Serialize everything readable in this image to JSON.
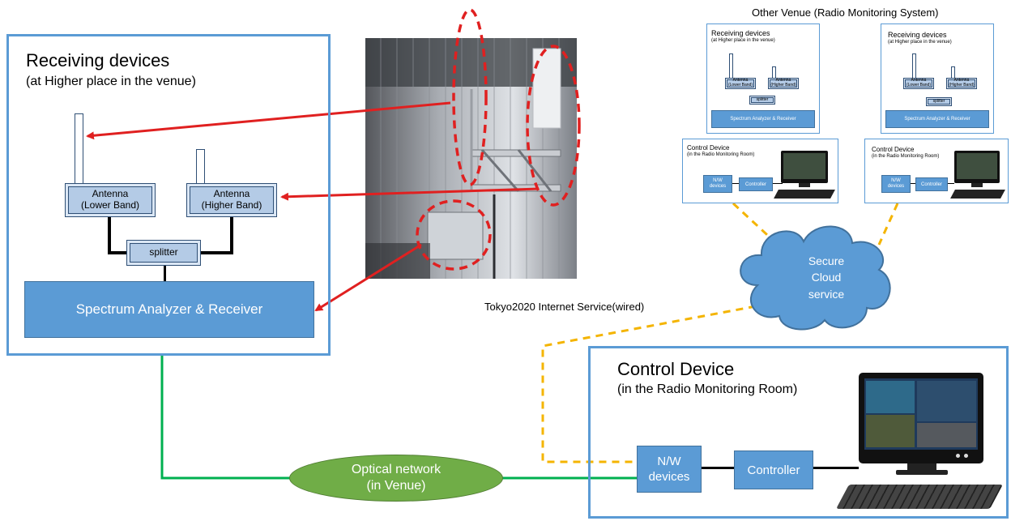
{
  "main_receiving": {
    "title": "Receiving devices",
    "subtitle": "(at Higher place in the venue)",
    "antenna_lower": [
      "Antenna",
      "(Lower Band)"
    ],
    "antenna_higher": [
      "Antenna",
      "(Higher Band)"
    ],
    "splitter": "splitter",
    "analyzer": "Spectrum Analyzer & Receiver"
  },
  "main_control": {
    "title": "Control Device",
    "subtitle": "(in the Radio Monitoring Room)",
    "nw_devices": [
      "N/W",
      "devices"
    ],
    "controller": "Controller"
  },
  "optical_network": [
    "Optical network",
    "(in Venue)"
  ],
  "cloud": [
    "Secure",
    "Cloud",
    "service"
  ],
  "internet_label": "Tokyo2020 Internet Service(wired)",
  "other_venue": {
    "title": "Other Venue (Radio Monitoring System)",
    "receiving_title": "Receiving devices",
    "receiving_subtitle": "(at Higher place in the venue)",
    "antenna_lower": [
      "Antenna",
      "(Lower Band)"
    ],
    "antenna_higher": [
      "Antenna",
      "(Higher Band)"
    ],
    "splitter": "splitter",
    "analyzer": "Spectrum Analyzer & Receiver",
    "control_title": "Control Device",
    "control_subtitle": "(in the Radio Monitoring Room)",
    "nw_devices": [
      "N/W",
      "devices"
    ],
    "controller": "Controller"
  },
  "colors": {
    "frame_blue": "#5b9bd5",
    "box_blue": "#5b9bd5",
    "arrow_red": "#e02020",
    "green_line": "#00b050",
    "ellipse_green": "#70ad47",
    "dashed_orange": "#f4b400",
    "cloud_blue": "#5b9bd5"
  }
}
